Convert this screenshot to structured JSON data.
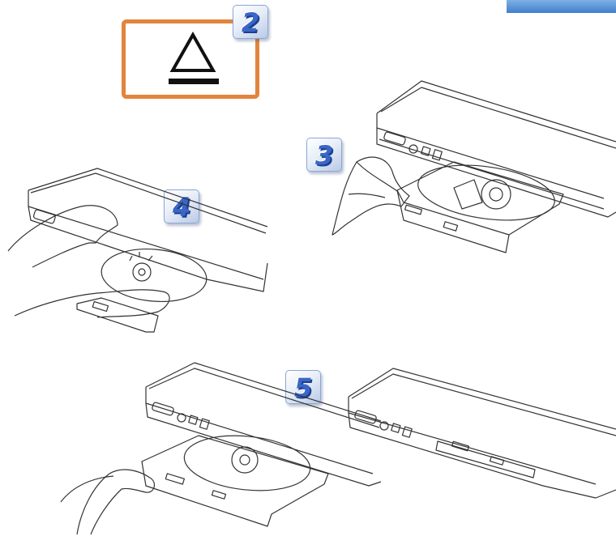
{
  "steps": {
    "s2": "2",
    "s3": "3",
    "s4": "4",
    "s5": "5"
  },
  "icons": {
    "eject": "eject-icon"
  },
  "colors": {
    "eject_border": "#e3843b",
    "badge_text": "#3a66c7",
    "corner_tab": "#3f7fc9"
  }
}
